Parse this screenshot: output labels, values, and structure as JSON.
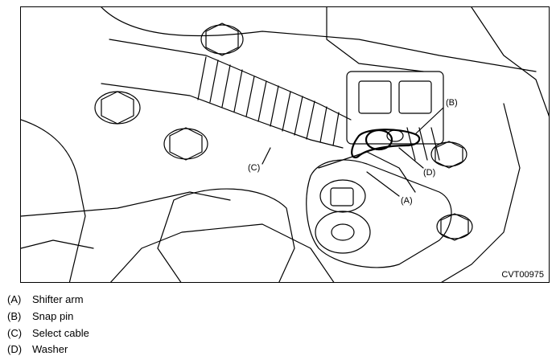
{
  "figure": {
    "id": "CVT00975",
    "callouts": {
      "a": "(A)",
      "b": "(B)",
      "c": "(C)",
      "d": "(D)"
    }
  },
  "legend": [
    {
      "letter": "(A)",
      "text": "Shifter arm"
    },
    {
      "letter": "(B)",
      "text": "Snap pin"
    },
    {
      "letter": "(C)",
      "text": "Select cable"
    },
    {
      "letter": "(D)",
      "text": "Washer"
    }
  ]
}
